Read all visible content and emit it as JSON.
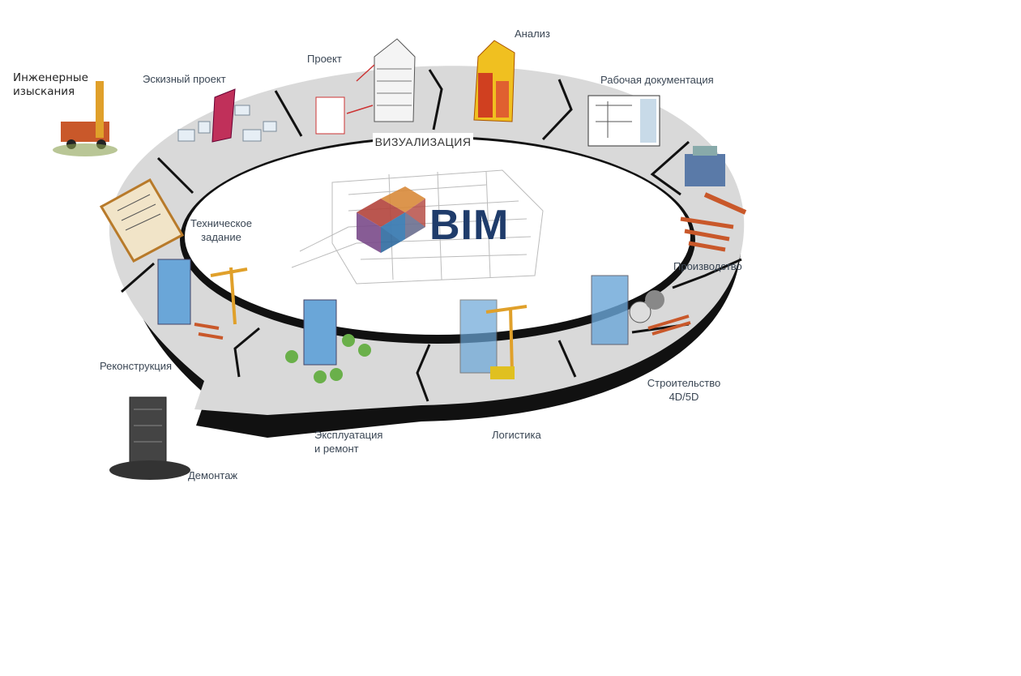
{
  "center": {
    "logo_text": "BIM",
    "ring_label": "ВИЗУАЛИЗАЦИЯ"
  },
  "stages": {
    "engineering_surveys": [
      "Инженерные",
      "изыскания"
    ],
    "sketch_project": "Эскизный проект",
    "project": "Проект",
    "analysis": "Анализ",
    "working_docs": "Рабочая документация",
    "tech_task": [
      "Техническое",
      "задание"
    ],
    "production": "Производство",
    "construction": [
      "Строительство",
      "4D/5D"
    ],
    "logistics": "Логистика",
    "operation": [
      "Эксплуатация",
      "и ремонт"
    ],
    "reconstruction": "Реконструкция",
    "dismantling": "Демонтаж"
  },
  "colors": {
    "ring_fill": "#d9d9d9",
    "ring_edge": "#111111",
    "bim_text": "#1f3c6b",
    "label_text": "#3a4654",
    "cube_red": "#b2443c",
    "cube_blue": "#2f6aa0",
    "cube_orange": "#d88a3a",
    "cube_purple": "#7a4a8a"
  }
}
